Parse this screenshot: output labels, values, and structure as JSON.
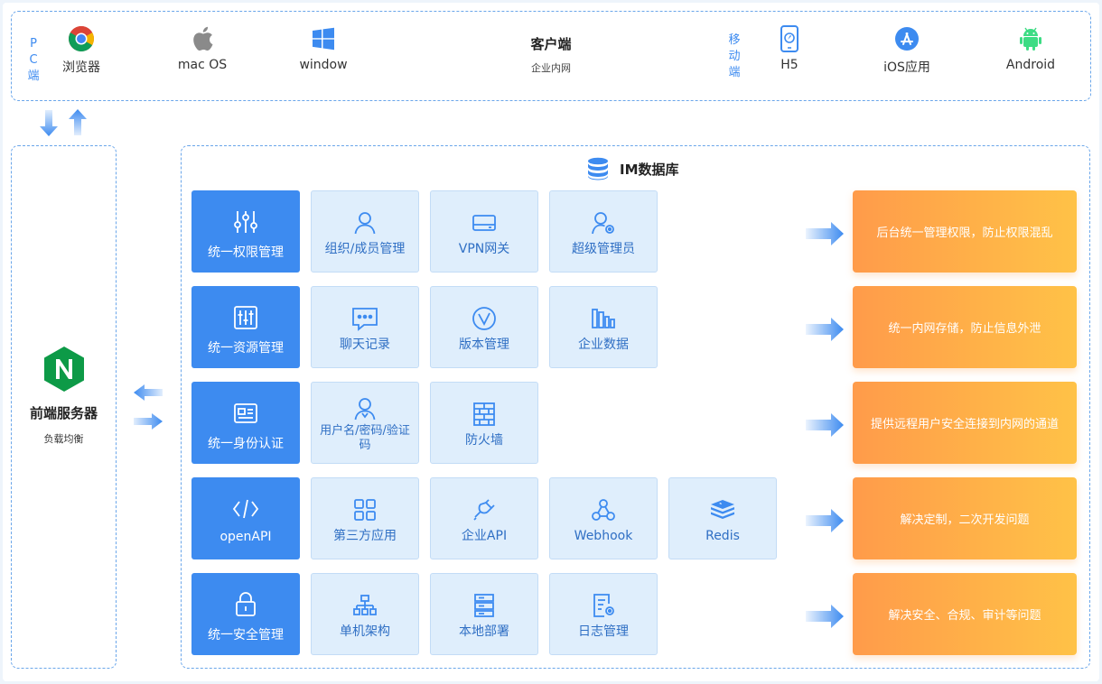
{
  "client": {
    "title": "客户端",
    "subtitle": "企业内网",
    "pc_label": [
      "P",
      "C",
      "端"
    ],
    "mobile_label": [
      "移",
      "动",
      "端"
    ],
    "items": [
      {
        "label": "浏览器",
        "icon": "chrome-icon"
      },
      {
        "label": "mac OS",
        "icon": "apple-icon"
      },
      {
        "label": "window",
        "icon": "windows-icon"
      },
      {
        "label": "H5",
        "icon": "phone-icon"
      },
      {
        "label": "iOS应用",
        "icon": "app-store-icon"
      },
      {
        "label": "Android",
        "icon": "android-icon"
      }
    ]
  },
  "server": {
    "title": "前端服务器",
    "subtitle": "负载均衡",
    "icon": "nginx-icon"
  },
  "database": {
    "title": "IM数据库",
    "icon": "database-icon"
  },
  "rows": [
    {
      "head": {
        "label": "统一权限管理",
        "icon": "sliders-icon"
      },
      "cells": [
        {
          "label": "组织/成员管理",
          "icon": "user-icon"
        },
        {
          "label": "VPN网关",
          "icon": "vpn-icon"
        },
        {
          "label": "超级管理员",
          "icon": "admin-icon"
        }
      ],
      "benefit": "后台统一管理权限，防止权限混乱"
    },
    {
      "head": {
        "label": "统一资源管理",
        "icon": "resource-icon"
      },
      "cells": [
        {
          "label": "聊天记录",
          "icon": "chat-icon"
        },
        {
          "label": "版本管理",
          "icon": "version-icon"
        },
        {
          "label": "企业数据",
          "icon": "data-icon"
        }
      ],
      "benefit": "统一内网存储，防止信息外泄"
    },
    {
      "head": {
        "label": "统一身份认证",
        "icon": "id-card-icon"
      },
      "cells": [
        {
          "label": "用户名/密码/验证码",
          "icon": "user-key-icon"
        },
        {
          "label": "防火墙",
          "icon": "firewall-icon"
        }
      ],
      "benefit": "提供远程用户安全连接到内网的通道"
    },
    {
      "head": {
        "label": "openAPI",
        "icon": "code-icon"
      },
      "cells": [
        {
          "label": "第三方应用",
          "icon": "apps-icon"
        },
        {
          "label": "企业API",
          "icon": "plug-icon"
        },
        {
          "label": "Webhook",
          "icon": "webhook-icon"
        },
        {
          "label": "Redis",
          "icon": "redis-icon"
        }
      ],
      "benefit": "解决定制，二次开发问题"
    },
    {
      "head": {
        "label": "统一安全管理",
        "icon": "lock-icon"
      },
      "cells": [
        {
          "label": "单机架构",
          "icon": "tree-icon"
        },
        {
          "label": "本地部署",
          "icon": "server-icon"
        },
        {
          "label": "日志管理",
          "icon": "log-icon"
        }
      ],
      "benefit": "解决安全、合规、审计等问题"
    }
  ],
  "colors": {
    "primary": "#3d8bf0",
    "cell_bg": "#dfeefc",
    "benefit_start": "#ff9b4a",
    "benefit_end": "#ffc247",
    "border": "#6aa6ea"
  }
}
